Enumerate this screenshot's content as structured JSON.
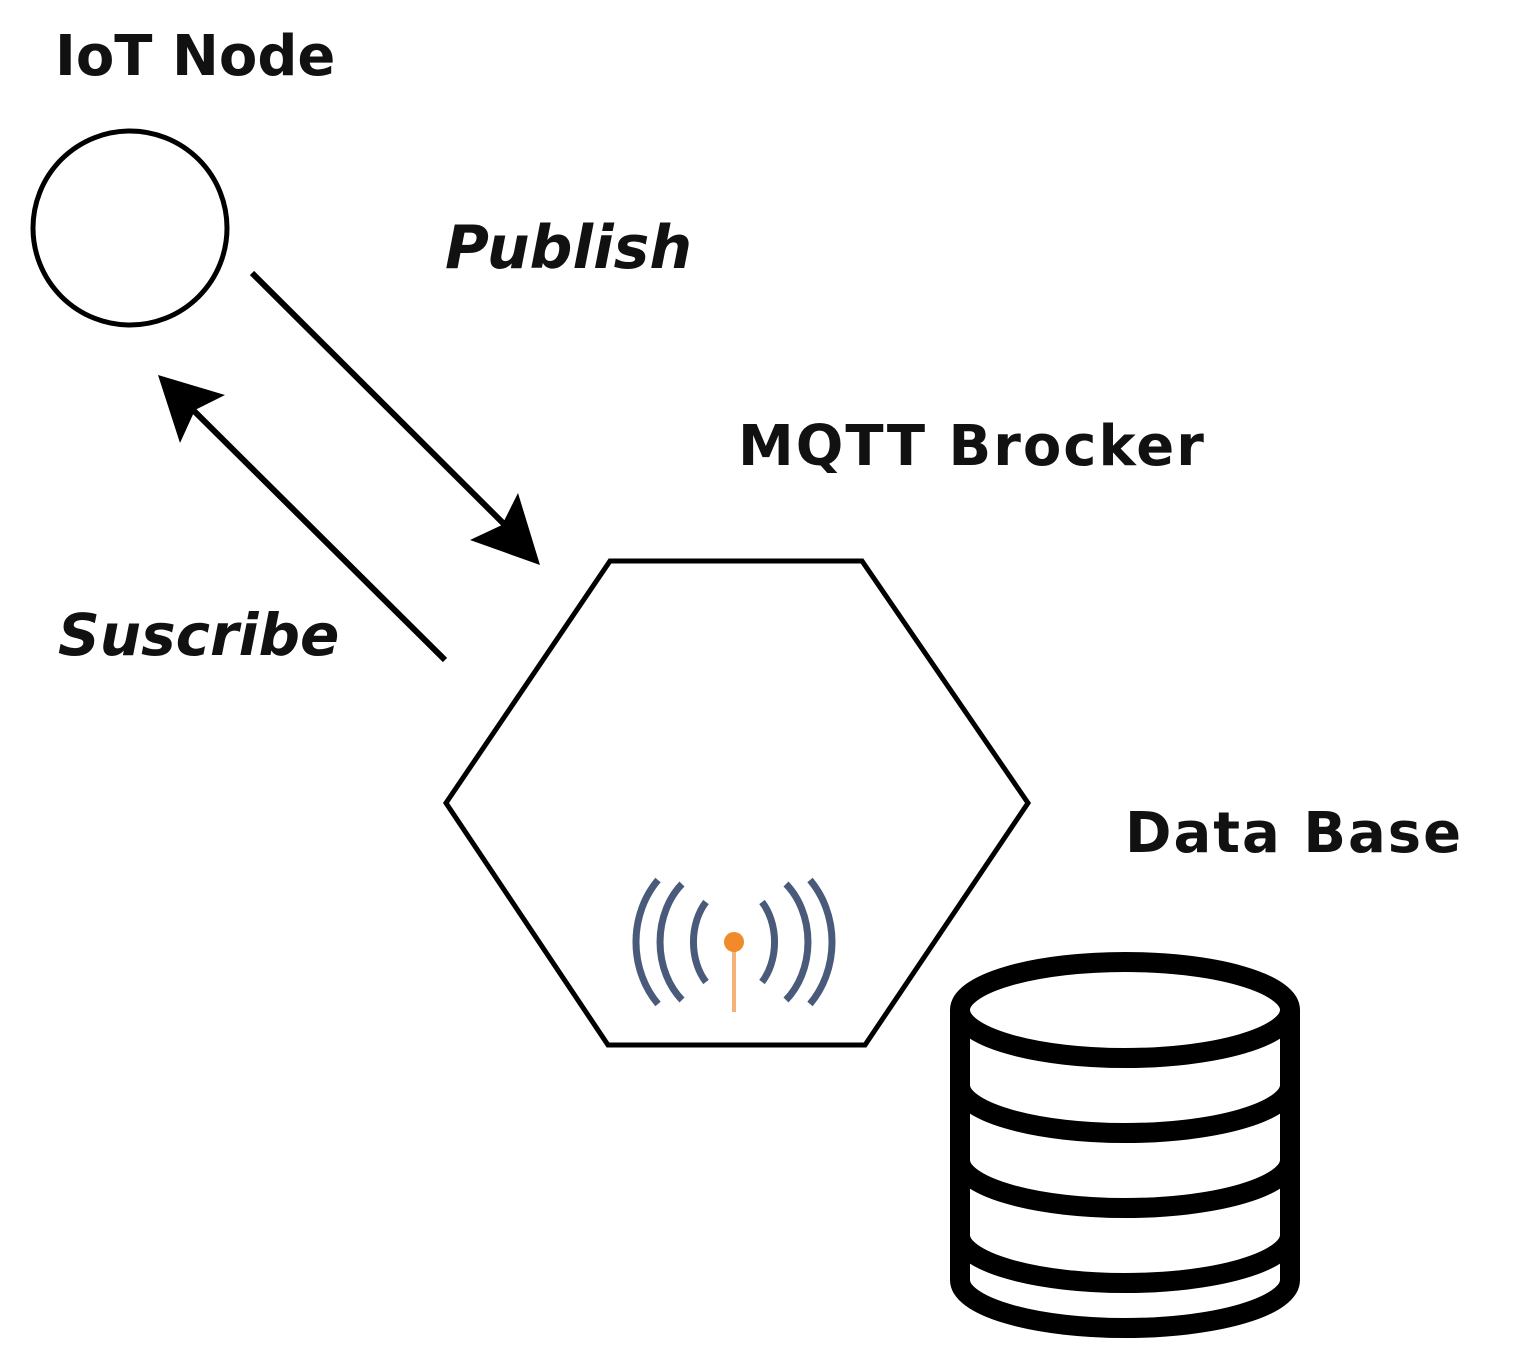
{
  "labels": {
    "iot_node": "IoT Node",
    "publish": "Publish",
    "subscribe": "Suscribe",
    "broker": "MQTT Brocker",
    "database": "Data Base"
  },
  "colors": {
    "stroke": "#000000",
    "text": "#111111",
    "signal_waves": "#4a5a7a",
    "antenna": "#f08a2a"
  },
  "icons": {
    "broker_icon": "wireless-signal-icon",
    "database_icon": "database-cylinder-icon",
    "node_icon": "circle-node-icon"
  }
}
